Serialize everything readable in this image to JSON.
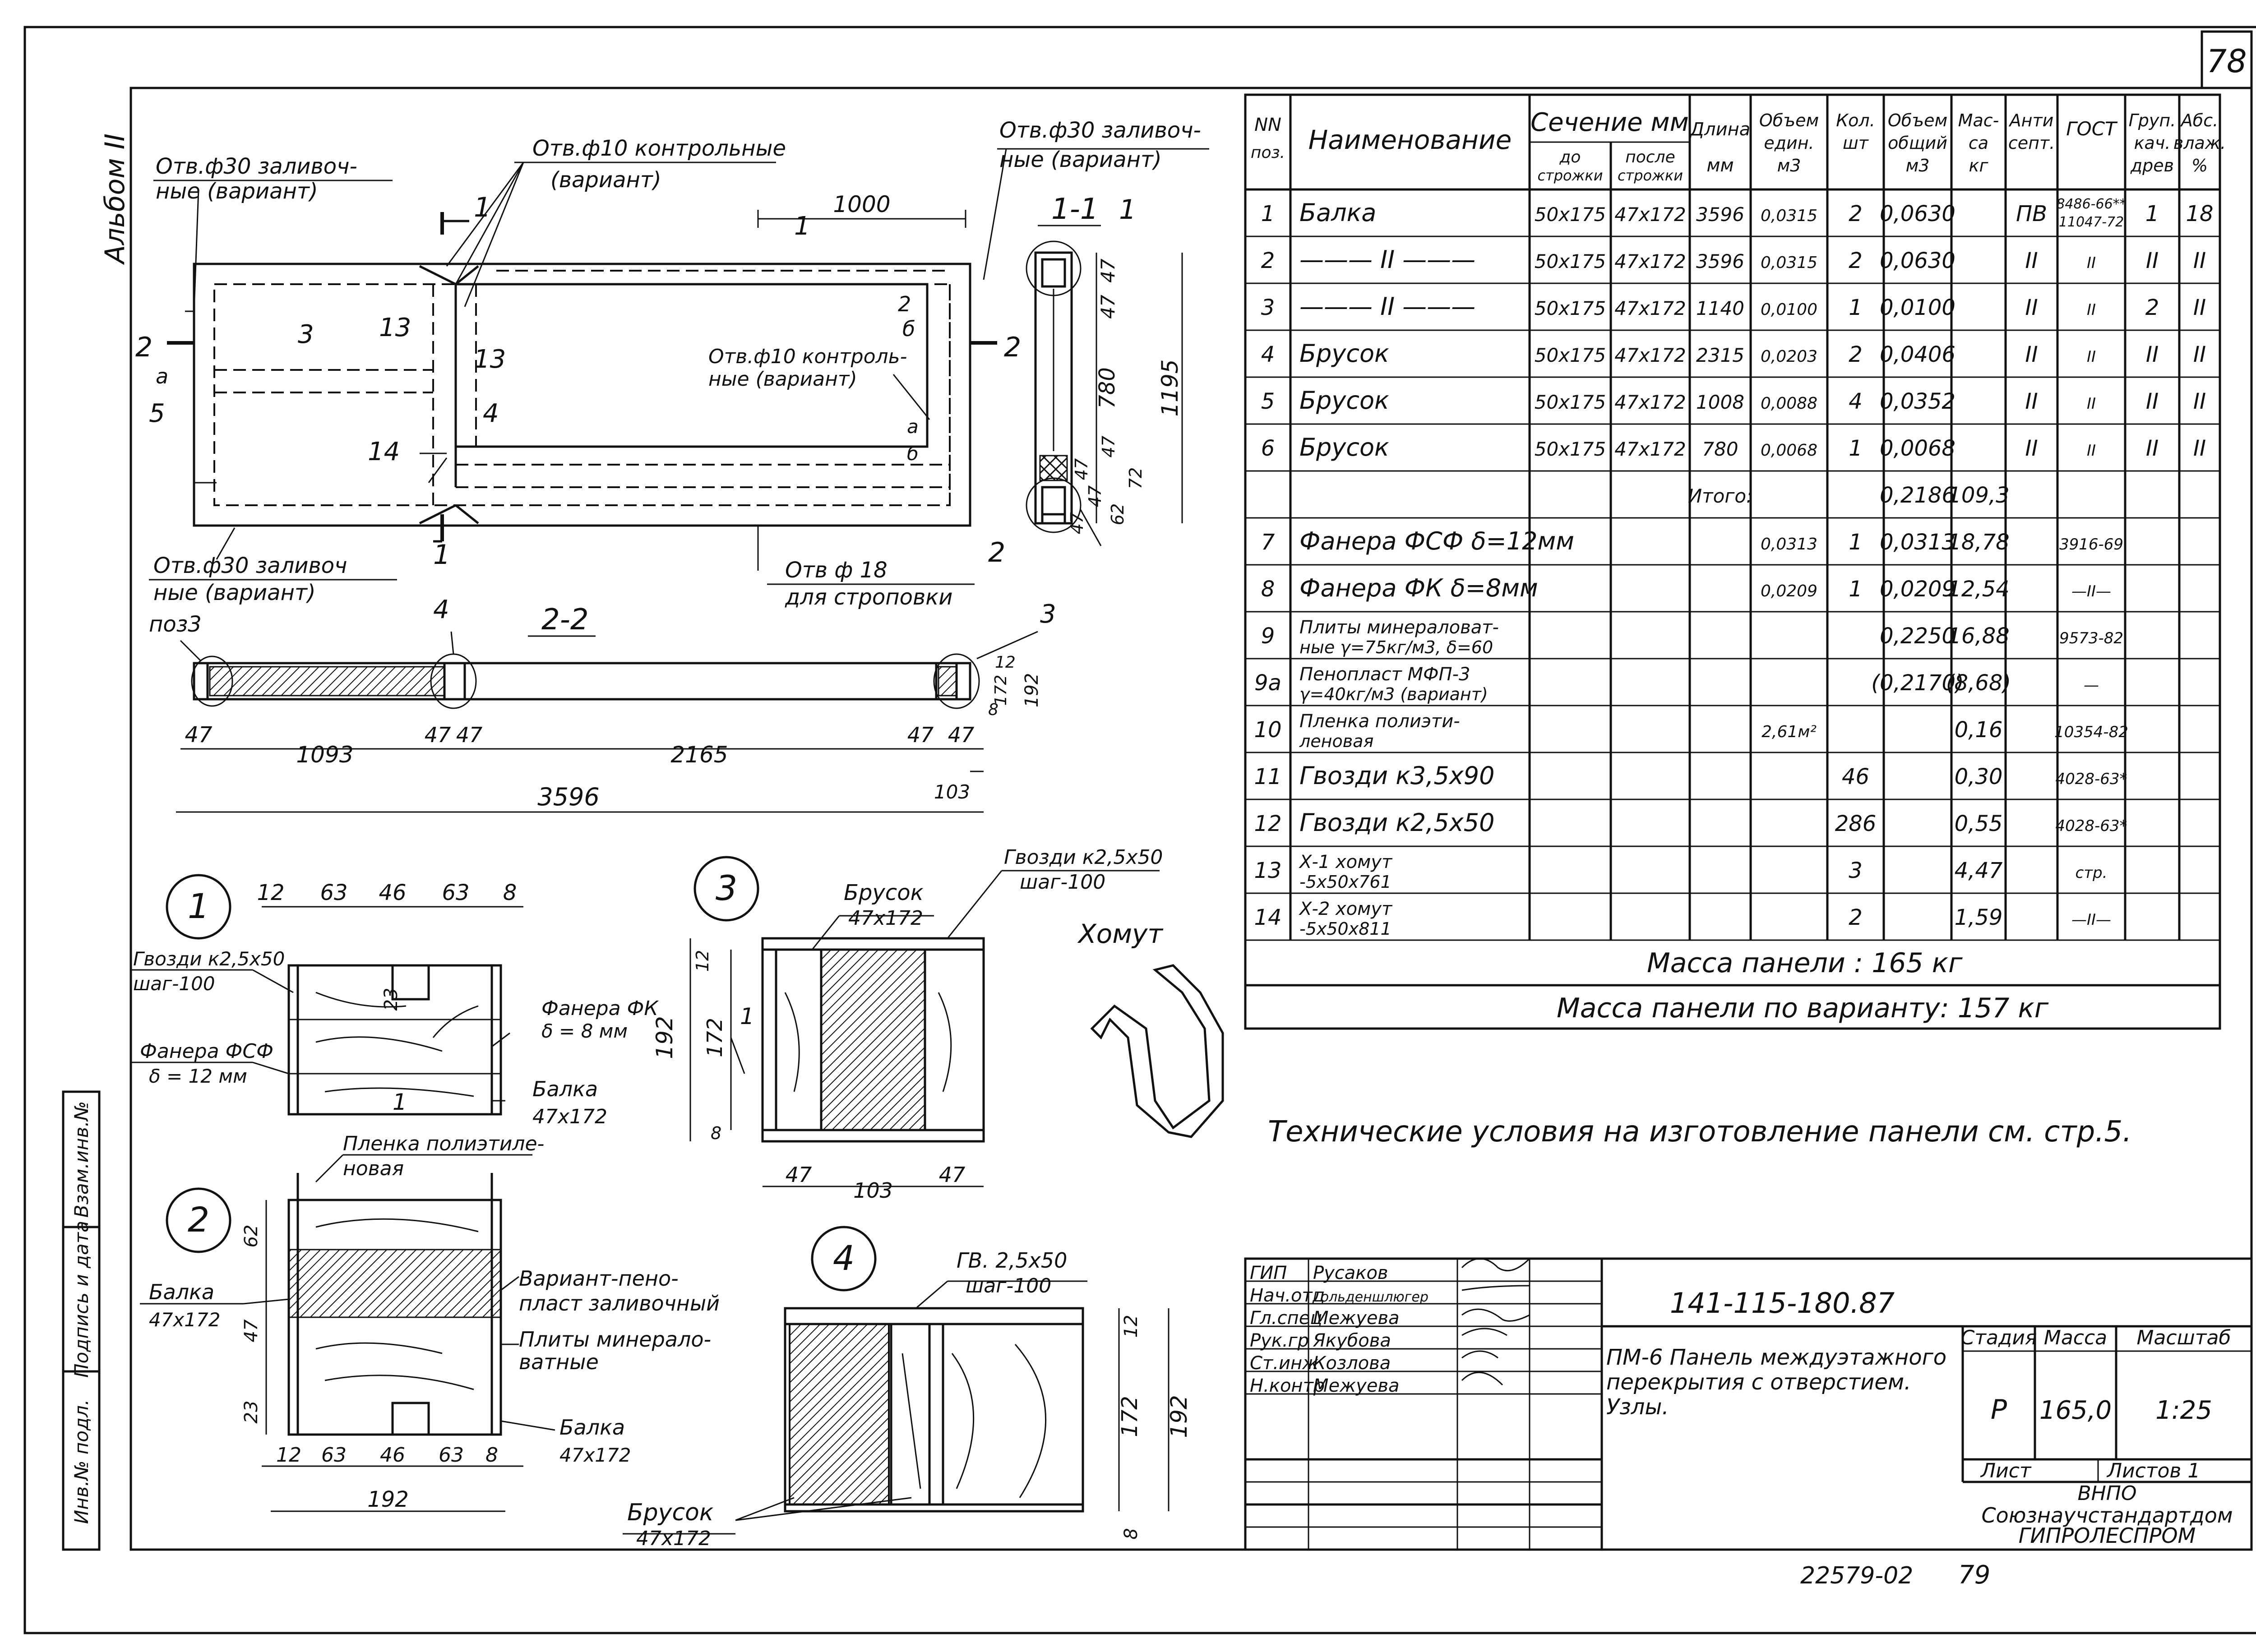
{
  "sheet": {
    "page_no": "78",
    "album": "Альбом II",
    "footer_code": "22579-02",
    "footer_page": "79",
    "side_stamp": [
      "Инв.№ подл.",
      "Подпись и дата",
      "Взам.инв.№"
    ]
  },
  "plan": {
    "callouts": {
      "fill30_top_left": [
        "Отв.ф30 заливоч-",
        "ные (вариант)"
      ],
      "ctrl10_top": [
        "Отв.ф10 контрольные",
        "(вариант)"
      ],
      "fill30_top_right": [
        "Отв.ф30 заливоч-",
        "ные (вариант)"
      ],
      "ctrl10_mid": [
        "Отв.ф10 контроль-",
        "ные (вариант)"
      ],
      "fill30_bottom": [
        "Отв.ф30 заливоч",
        "ные (вариант)"
      ],
      "sling18": [
        "Отв ф 18",
        "для строповки"
      ],
      "poz3": "поз3"
    },
    "dims": {
      "d1000": "1000"
    },
    "labels": [
      "1",
      "1",
      "1",
      "2",
      "2",
      "a",
      "3",
      "13",
      "13",
      "4",
      "5",
      "14",
      "2",
      "б",
      "a",
      "б"
    ]
  },
  "section11": {
    "title": "1-1",
    "mark1": "1",
    "mark2": "2",
    "dims": [
      "47",
      "47",
      "780",
      "47",
      "47",
      "47",
      "47",
      "62",
      "72",
      "1195"
    ]
  },
  "section22": {
    "title": "2-2",
    "marks": [
      "4",
      "3"
    ],
    "dims": [
      "47",
      "1093",
      "47",
      "47",
      "2165",
      "47",
      "47",
      "103",
      "3596",
      "12",
      "172",
      "192",
      "8"
    ]
  },
  "node1": {
    "no": "1",
    "dims": [
      "12",
      "63",
      "46",
      "63",
      "8",
      "23"
    ],
    "labels": [
      "Гвозди к2,5х50",
      "шаг-100",
      "Фанера ФСФ",
      "δ = 12 мм",
      "Фанера ФК",
      "δ = 8 мм",
      "Балка",
      "47х172",
      "1"
    ]
  },
  "node2": {
    "no": "2",
    "dims": [
      "62",
      "47",
      "23",
      "12",
      "63",
      "46",
      "63",
      "8",
      "192"
    ],
    "labels": [
      "Пленка полиэтиле-",
      "новая",
      "Балка",
      "47х172",
      "Вариант-пено-",
      "пласт заливочный",
      "Плиты минерало-",
      "ватные",
      "Балка",
      "47х172"
    ]
  },
  "node3": {
    "no": "3",
    "dims": [
      "12",
      "192",
      "172",
      "8",
      "47",
      "103",
      "47"
    ],
    "labels": [
      "Гвозди к2,5х50",
      "шаг-100",
      "Брусок",
      "47х172",
      "1"
    ]
  },
  "node4": {
    "no": "4",
    "dims": [
      "12",
      "172",
      "192",
      "8"
    ],
    "labels": [
      "ГВ. 2,5х50",
      "шаг-100",
      "Брусок",
      "47х172"
    ]
  },
  "clamp": {
    "label": "Хомут"
  },
  "spec": {
    "header": {
      "no": [
        "NN",
        "поз."
      ],
      "name": "Наименование",
      "section": "Сечение мм",
      "before": [
        "до",
        "строжки"
      ],
      "after": [
        "после",
        "строжки"
      ],
      "length": [
        "Длина",
        "мм"
      ],
      "vol_unit": [
        "Объем",
        "един.",
        "м3"
      ],
      "qty": [
        "Кол.",
        "шт"
      ],
      "vol_total": [
        "Объем",
        "общий",
        "м3"
      ],
      "mass": [
        "Мас-",
        "са",
        "кг"
      ],
      "antisept": [
        "Анти",
        "септ."
      ],
      "gost": "ГОСТ",
      "grade": [
        "Груп.",
        "кач.",
        "древ"
      ],
      "moist": [
        "Абс.",
        "влаж.",
        "%"
      ]
    },
    "rows": [
      {
        "no": "1",
        "name": "Балка",
        "sec_before": "50х175",
        "sec_after": "47х172",
        "length": "3596",
        "vol_unit": "0,0315",
        "qty": "2",
        "vol_total": "0,0630",
        "mass": "",
        "antisept": "ПВ",
        "gost": "8486-66**",
        "gost2": "11047-72",
        "grade": "1",
        "moist": "18"
      },
      {
        "no": "2",
        "name": "——— II ———",
        "sec_before": "50х175",
        "sec_after": "47х172",
        "length": "3596",
        "vol_unit": "0,0315",
        "qty": "2",
        "vol_total": "0,0630",
        "mass": "",
        "antisept": "II",
        "gost": "II",
        "gost2": "",
        "grade": "II",
        "moist": "II"
      },
      {
        "no": "3",
        "name": "——— II ———",
        "sec_before": "50х175",
        "sec_after": "47х172",
        "length": "1140",
        "vol_unit": "0,0100",
        "qty": "1",
        "vol_total": "0,0100",
        "mass": "",
        "antisept": "II",
        "gost": "II",
        "gost2": "",
        "grade": "2",
        "moist": "II"
      },
      {
        "no": "4",
        "name": "Брусок",
        "sec_before": "50х175",
        "sec_after": "47х172",
        "length": "2315",
        "vol_unit": "0,0203",
        "qty": "2",
        "vol_total": "0,0406",
        "mass": "",
        "antisept": "II",
        "gost": "II",
        "gost2": "",
        "grade": "II",
        "moist": "II"
      },
      {
        "no": "5",
        "name": "Брусок",
        "sec_before": "50х175",
        "sec_after": "47х172",
        "length": "1008",
        "vol_unit": "0,0088",
        "qty": "4",
        "vol_total": "0,0352",
        "mass": "",
        "antisept": "II",
        "gost": "II",
        "gost2": "",
        "grade": "II",
        "moist": "II"
      },
      {
        "no": "6",
        "name": "Брусок",
        "sec_before": "50х175",
        "sec_after": "47х172",
        "length": "780",
        "vol_unit": "0,0068",
        "qty": "1",
        "vol_total": "0,0068",
        "mass": "",
        "antisept": "II",
        "gost": "II",
        "gost2": "",
        "grade": "II",
        "moist": "II"
      },
      {
        "no": "",
        "name": "",
        "sec_before": "",
        "sec_after": "",
        "length": "Итого:",
        "vol_unit": "",
        "qty": "",
        "vol_total": "0,2186",
        "mass": "109,3",
        "antisept": "",
        "gost": "",
        "gost2": "",
        "grade": "",
        "moist": ""
      },
      {
        "no": "7",
        "name": "Фанера ФСФ δ=12мм",
        "sec_before": "",
        "sec_after": "",
        "length": "",
        "vol_unit": "0,0313",
        "qty": "1",
        "vol_total": "0,0313",
        "mass": "18,78",
        "antisept": "",
        "gost": "3916-69",
        "gost2": "",
        "grade": "",
        "moist": ""
      },
      {
        "no": "8",
        "name": "Фанера ФК δ=8мм",
        "sec_before": "",
        "sec_after": "",
        "length": "",
        "vol_unit": "0,0209",
        "qty": "1",
        "vol_total": "0,0209",
        "mass": "12,54",
        "antisept": "",
        "gost": "—II—",
        "gost2": "",
        "grade": "",
        "moist": ""
      },
      {
        "no": "9",
        "name": "Плиты минераловат-",
        "name2": "ные γ=75кг/м3, δ=60",
        "sec_before": "",
        "sec_after": "",
        "length": "",
        "vol_unit": "",
        "qty": "",
        "vol_total": "0,2250",
        "mass": "16,88",
        "antisept": "",
        "gost": "9573-82",
        "gost2": "",
        "grade": "",
        "moist": ""
      },
      {
        "no": "9а",
        "name": "Пенопласт МФП-3",
        "name2": "γ=40кг/м3 (вариант)",
        "sec_before": "",
        "sec_after": "",
        "length": "",
        "vol_unit": "",
        "qty": "",
        "vol_total": "(0,2170)",
        "mass": "(8,68)",
        "antisept": "",
        "gost": "—",
        "gost2": "",
        "grade": "",
        "moist": ""
      },
      {
        "no": "10",
        "name": "Пленка полиэти-",
        "name2": "леновая",
        "sec_before": "",
        "sec_after": "",
        "length": "",
        "vol_unit": "2,61м²",
        "qty": "",
        "vol_total": "",
        "mass": "0,16",
        "antisept": "",
        "gost": "10354-82",
        "gost2": "",
        "grade": "",
        "moist": ""
      },
      {
        "no": "11",
        "name": "Гвозди к3,5х90",
        "sec_before": "",
        "sec_after": "",
        "length": "",
        "vol_unit": "",
        "qty": "46",
        "vol_total": "",
        "mass": "0,30",
        "antisept": "",
        "gost": "4028-63*",
        "gost2": "",
        "grade": "",
        "moist": ""
      },
      {
        "no": "12",
        "name": "Гвозди к2,5х50",
        "sec_before": "",
        "sec_after": "",
        "length": "",
        "vol_unit": "",
        "qty": "286",
        "vol_total": "",
        "mass": "0,55",
        "antisept": "",
        "gost": "4028-63*",
        "gost2": "",
        "grade": "",
        "moist": ""
      },
      {
        "no": "13",
        "name": "Х-1 хомут",
        "name2": "-5х50х761",
        "sec_before": "",
        "sec_after": "",
        "length": "",
        "vol_unit": "",
        "qty": "3",
        "vol_total": "",
        "mass": "4,47",
        "antisept": "",
        "gost": "стр.",
        "gost2": "",
        "grade": "",
        "moist": ""
      },
      {
        "no": "14",
        "name": "Х-2 хомут",
        "name2": "-5х50х811",
        "sec_before": "",
        "sec_after": "",
        "length": "",
        "vol_unit": "",
        "qty": "2",
        "vol_total": "",
        "mass": "1,59",
        "antisept": "",
        "gost": "—II—",
        "gost2": "",
        "grade": "",
        "moist": ""
      }
    ],
    "mass_panel": "Масса панели : 165 кг",
    "mass_variant": "Масса панели по варианту: 157 кг"
  },
  "note": "Технические условия на изготовление панели см. стр.5.",
  "title_block": {
    "roles": [
      "ГИП",
      "Нач.отд",
      "Гл.спец",
      "Рук.гр",
      "Ст.инж",
      "Н.контр"
    ],
    "names": [
      "Русаков",
      "Гольденшлюгер",
      "Межуева",
      "Якубова",
      "Козлова",
      "Межуева"
    ],
    "code": "141-115-180.87",
    "description": [
      "ПМ-6 Панель междуэтажного",
      "перекрытия с отверстием.",
      "Узлы."
    ],
    "stage_label": "Стадия",
    "mass_label": "Масса",
    "scale_label": "Масштаб",
    "stage": "Р",
    "mass": "165,0",
    "scale": "1:25",
    "sheet_label": "Лист",
    "sheets_label": "Листов 1",
    "org": [
      "ВНПО",
      "Союзнаучстандартдом",
      "ГИПРОЛЕСПРОМ"
    ]
  }
}
